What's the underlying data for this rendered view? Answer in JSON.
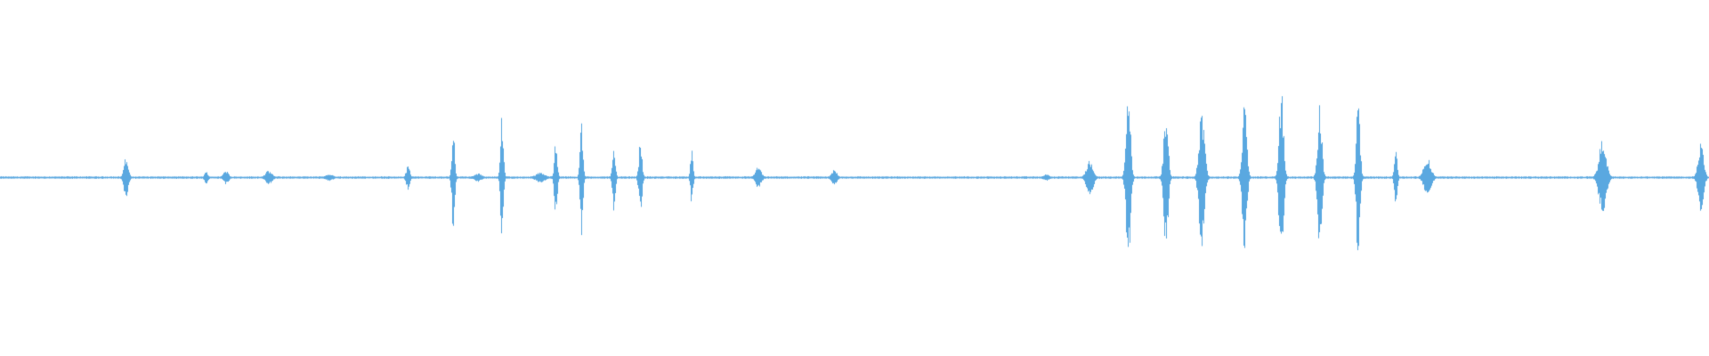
{
  "waveform": {
    "color": "#5aa8e0",
    "background": "#ffffff",
    "baseline_amplitude": 0.006,
    "bursts": [
      {
        "t": 0.0735,
        "amp": 0.22,
        "w": 0.0012
      },
      {
        "t": 0.1205,
        "amp": 0.06,
        "w": 0.001
      },
      {
        "t": 0.132,
        "amp": 0.07,
        "w": 0.0014
      },
      {
        "t": 0.157,
        "amp": 0.07,
        "w": 0.0018
      },
      {
        "t": 0.1925,
        "amp": 0.03,
        "w": 0.002
      },
      {
        "t": 0.2385,
        "amp": 0.13,
        "w": 0.001
      },
      {
        "t": 0.265,
        "amp": 0.55,
        "w": 0.0008
      },
      {
        "t": 0.2795,
        "amp": 0.04,
        "w": 0.002
      },
      {
        "t": 0.2935,
        "amp": 0.66,
        "w": 0.0008
      },
      {
        "t": 0.316,
        "amp": 0.05,
        "w": 0.0025
      },
      {
        "t": 0.325,
        "amp": 0.44,
        "w": 0.0008
      },
      {
        "t": 0.34,
        "amp": 0.61,
        "w": 0.0008
      },
      {
        "t": 0.359,
        "amp": 0.38,
        "w": 0.0008
      },
      {
        "t": 0.3745,
        "amp": 0.38,
        "w": 0.0009
      },
      {
        "t": 0.4045,
        "amp": 0.29,
        "w": 0.0007
      },
      {
        "t": 0.4435,
        "amp": 0.11,
        "w": 0.0016
      },
      {
        "t": 0.488,
        "amp": 0.08,
        "w": 0.0015
      },
      {
        "t": 0.612,
        "amp": 0.03,
        "w": 0.0015
      },
      {
        "t": 0.6375,
        "amp": 0.19,
        "w": 0.0018
      },
      {
        "t": 0.66,
        "amp": 0.98,
        "w": 0.0012
      },
      {
        "t": 0.682,
        "amp": 0.76,
        "w": 0.0012
      },
      {
        "t": 0.703,
        "amp": 0.76,
        "w": 0.0015
      },
      {
        "t": 0.728,
        "amp": 0.81,
        "w": 0.0012
      },
      {
        "t": 0.7495,
        "amp": 1.0,
        "w": 0.0012
      },
      {
        "t": 0.772,
        "amp": 0.76,
        "w": 0.0012
      },
      {
        "t": 0.7945,
        "amp": 0.95,
        "w": 0.001
      },
      {
        "t": 0.8165,
        "amp": 0.29,
        "w": 0.0008
      },
      {
        "t": 0.835,
        "amp": 0.2,
        "w": 0.002
      },
      {
        "t": 0.9375,
        "amp": 0.4,
        "w": 0.002
      },
      {
        "t": 0.995,
        "amp": 0.36,
        "w": 0.0015
      }
    ]
  }
}
